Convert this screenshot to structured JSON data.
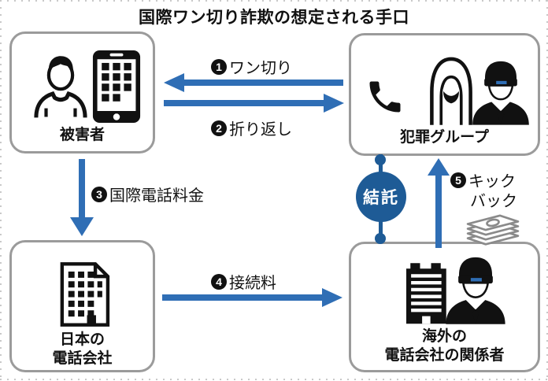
{
  "title": "国際ワン切り詐欺の想定される手口",
  "nodes": {
    "victim": {
      "label": "被害者"
    },
    "criminal_group": {
      "label": "犯罪グループ"
    },
    "japan_telco": {
      "label_lines": [
        "日本の",
        "電話会社"
      ]
    },
    "overseas_telco": {
      "label_lines": [
        "海外の",
        "電話会社の関係者"
      ]
    }
  },
  "flows": {
    "one_ring": {
      "num": "1",
      "label": "ワン切り",
      "direction": "criminal-group-to-victim"
    },
    "call_back": {
      "num": "2",
      "label": "折り返し",
      "direction": "victim-to-criminal-group"
    },
    "intl_call_fee": {
      "num": "3",
      "label": "国際電話料金",
      "direction": "victim-to-japan-telco"
    },
    "connection_fee": {
      "num": "4",
      "label": "接続料",
      "direction": "japan-telco-to-overseas-telco"
    },
    "kickback": {
      "num": "5",
      "label_line1": "キック",
      "label_line2": "バック",
      "direction": "overseas-telco-to-criminal-group"
    }
  },
  "collusion_badge": {
    "label": "結託"
  },
  "colors": {
    "arrow_blue": "#2f6eb5",
    "badge_blue": "#1e5b96",
    "box_border_gray": "#9b9b9b",
    "money_gray": "#8a8a8a",
    "text_black": "#111111",
    "background": "#ffffff"
  },
  "icons": {
    "victim": [
      "person-icon",
      "smartphone-icon"
    ],
    "criminal_group": [
      "phone-handset-icon",
      "hooded-figure-icon",
      "sunglasses-suit-man-icon"
    ],
    "japan_telco": [
      "building-outline-icon"
    ],
    "overseas_telco": [
      "building-solid-icon",
      "sunglasses-suit-man-icon"
    ],
    "kickback": [
      "money-stack-icon"
    ]
  }
}
